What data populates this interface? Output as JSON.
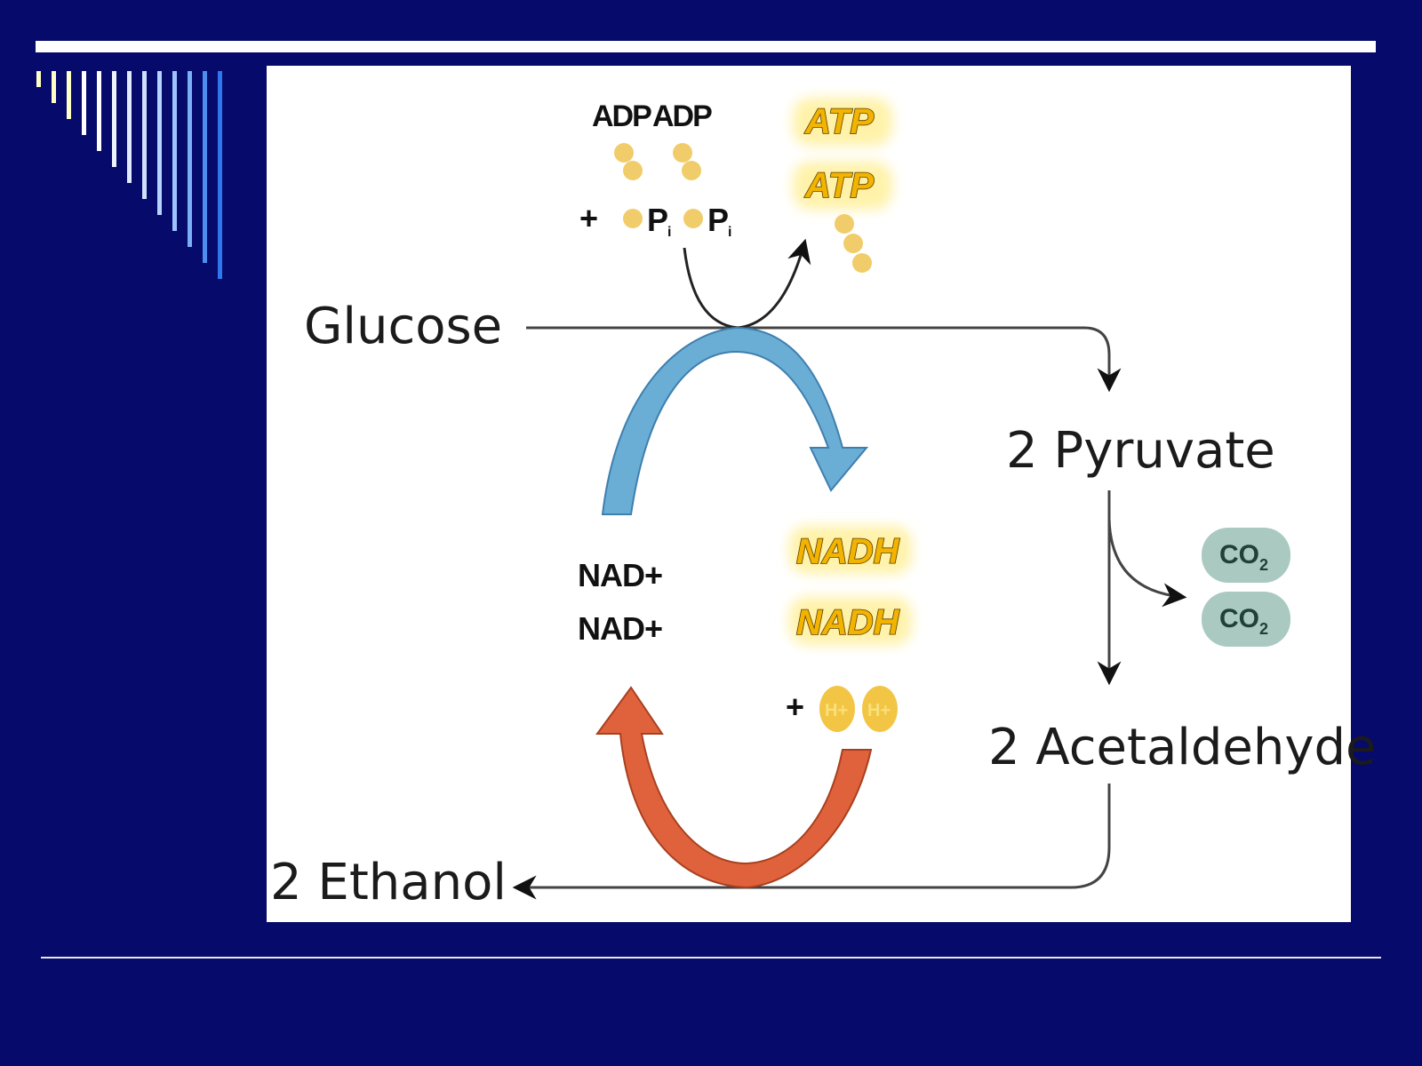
{
  "slide": {
    "colors": {
      "background": "#050a6b",
      "panel": "#ffffff",
      "blue_arrow": "#6aaed6",
      "orange_arrow": "#e0623c",
      "yellow": "#f2c23a",
      "co2_fill": "#a9c9c1"
    }
  },
  "diagram": {
    "glucose": "Glucose",
    "pyruvate": "2 Pyruvate",
    "acetaldehyde": "2 Acetaldehyde",
    "ethanol": "2 Ethanol",
    "adp_1": "ADP",
    "adp_2": "ADP",
    "plus_top": "+",
    "pi_1": "P",
    "pi_1_sub": "i",
    "pi_2": "P",
    "pi_2_sub": "i",
    "atp_1": "ATP",
    "atp_2": "ATP",
    "nad_1": "NAD+",
    "nad_2": "NAD+",
    "nadh_1": "NADH",
    "nadh_2": "NADH",
    "plus_bottom": "+",
    "h_1": "H+",
    "h_2": "H+",
    "co2_1": "CO",
    "co2_1_sub": "2",
    "co2_2": "CO",
    "co2_2_sub": "2"
  }
}
